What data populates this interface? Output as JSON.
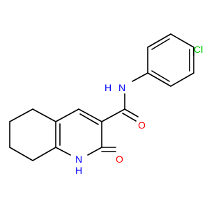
{
  "molecule": {
    "atom_labels": {
      "chlorine": "Cl",
      "amide_nitrogen": "N",
      "amide_nitrogen_h": "H",
      "carbonyl_oxygen": "O",
      "ring_nitrogen": "N",
      "ring_nitrogen_h": "H",
      "ring_oxygen": "O"
    },
    "colors": {
      "bond": "#000000",
      "nitrogen": "#0000ff",
      "oxygen": "#ff0000",
      "chlorine": "#00cc00",
      "background": "#ffffff"
    }
  }
}
